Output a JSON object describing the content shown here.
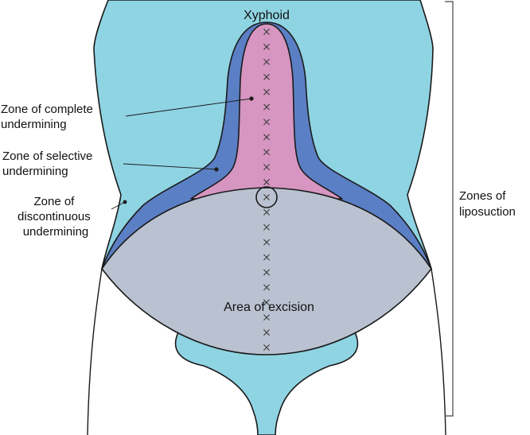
{
  "labels": {
    "xyphoid": "Xyphoid",
    "complete": [
      "Zone of complete",
      "undermining"
    ],
    "selective": [
      "Zone of selective",
      "undermining"
    ],
    "discontinuous": [
      "Zone of",
      "discontinuous",
      "undermining"
    ],
    "excision": "Area of excision",
    "liposuction": [
      "Zones of",
      "liposuction"
    ]
  },
  "colors": {
    "liposuction_zone": "#8fd4e3",
    "discontinuous_zone": "#5b7fc4",
    "complete_zone": "#d696c1",
    "excision_zone": "#bac2d1",
    "outline": "#1a1a1a"
  },
  "midline_marker_count": 22
}
